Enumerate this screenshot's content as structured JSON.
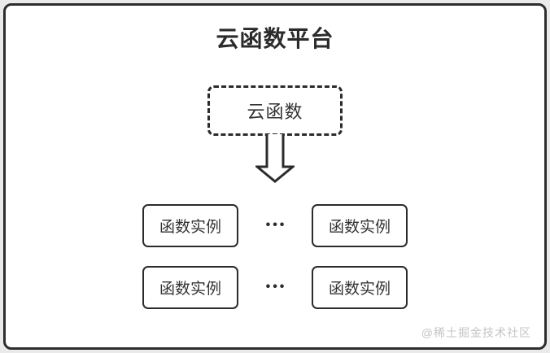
{
  "diagram": {
    "title": "云函数平台",
    "cloud_function_label": "云函数",
    "ellipsis": "•••",
    "instances": [
      {
        "label": "函数实例"
      },
      {
        "label": "函数实例"
      },
      {
        "label": "函数实例"
      },
      {
        "label": "函数实例"
      }
    ],
    "watermark": "@稀土掘金技术社区",
    "colors": {
      "line": "#2b2b2b",
      "text": "#333333",
      "panel_background": "#ffffff",
      "page_background": "#eaeaea",
      "watermark": "#c4c4c4"
    }
  }
}
